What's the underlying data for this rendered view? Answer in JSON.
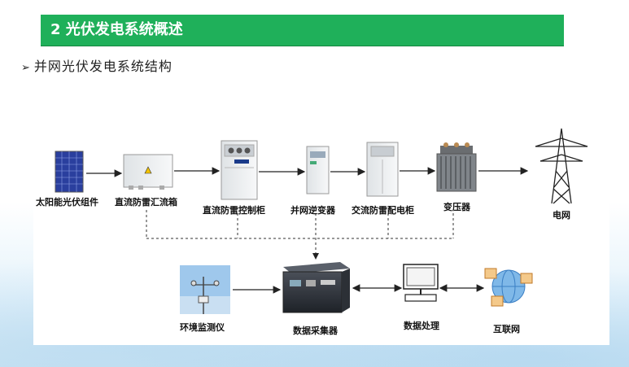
{
  "header": {
    "title": "2  光伏发电系统概述"
  },
  "subtitle": {
    "bullet": "➢",
    "text": "并网光伏发电系统结构"
  },
  "nodes": {
    "solar_panel": "太阳能光伏组件",
    "dc_combiner": "直流防雷汇流箱",
    "dc_control": "直流防雷控制柜",
    "inverter": "并网逆变器",
    "ac_cabinet": "交流防雷配电柜",
    "transformer": "变压器",
    "grid": "电网",
    "env_monitor": "环境监测仪",
    "data_collector": "数据采集器",
    "data_process": "数据处理",
    "internet": "互联网"
  },
  "colors": {
    "title_bar": "#1fb05a",
    "line": "#222222"
  }
}
